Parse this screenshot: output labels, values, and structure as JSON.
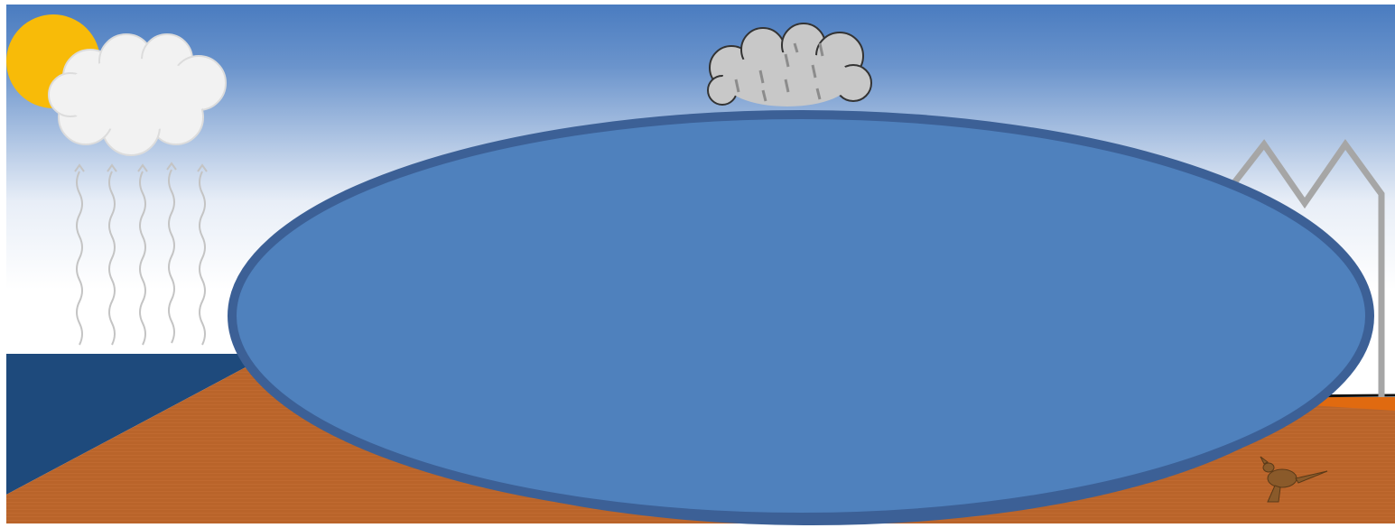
{
  "scene": {
    "elements": [
      "sun-icon",
      "white-cloud-icon",
      "rain-cloud-icon",
      "evaporation-arrows",
      "ocean",
      "ground",
      "mountain-outline",
      "kangaroo-icon",
      "blank-oval-callout"
    ]
  },
  "colors": {
    "sky_top": "#4a7cc0",
    "sky_bottom": "#ffffff",
    "sun": "#f8bb08",
    "cloud_white": "#f2f2f2",
    "cloud_grey": "#c8c8c8",
    "ocean": "#1e4a7c",
    "ground": "#b9642a",
    "ground_far": "#e06a10",
    "oval_fill": "#4f81bd",
    "oval_stroke": "#3c6096",
    "mountain": "#a6a6a6"
  }
}
